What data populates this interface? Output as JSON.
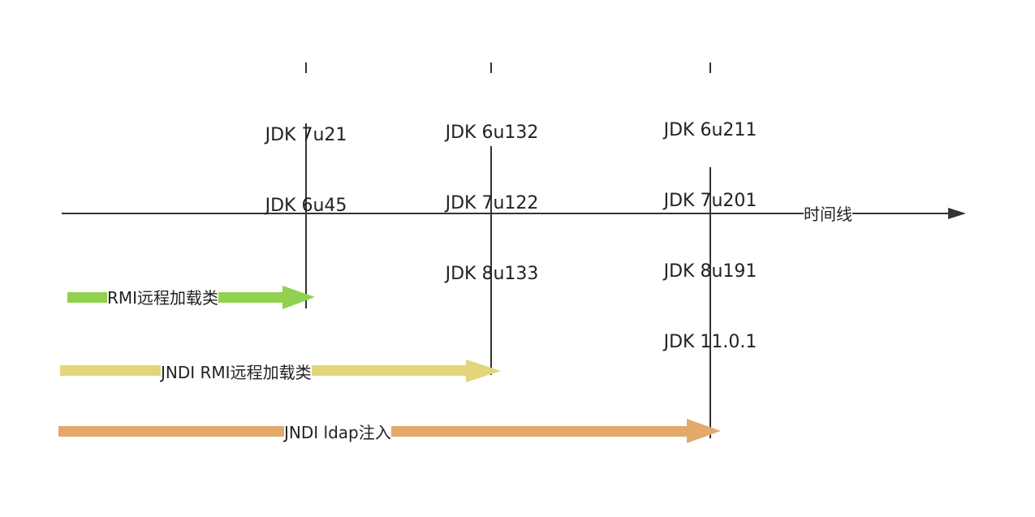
{
  "timeline": {
    "axis_label": "时间线",
    "milestones": [
      {
        "lines": [
          "JDK 7u21",
          "JDK 6u45"
        ]
      },
      {
        "lines": [
          "JDK 6u132",
          "JDK 7u122",
          "JDK 8u133"
        ]
      },
      {
        "lines": [
          "JDK 6u211",
          "JDK 7u201",
          "JDK 8u191",
          "JDK 11.0.1"
        ]
      }
    ]
  },
  "bars": [
    {
      "label": "RMI远程加载类",
      "color": "#92d050",
      "ends_at_milestone": 1
    },
    {
      "label": "JNDI RMI远程加载类",
      "color": "#e2d57a",
      "ends_at_milestone": 2
    },
    {
      "label": "JNDI ldap注入",
      "color": "#e2a96a",
      "ends_at_milestone": 3
    }
  ],
  "colors": {
    "axis": "#333333",
    "text": "#222222"
  }
}
